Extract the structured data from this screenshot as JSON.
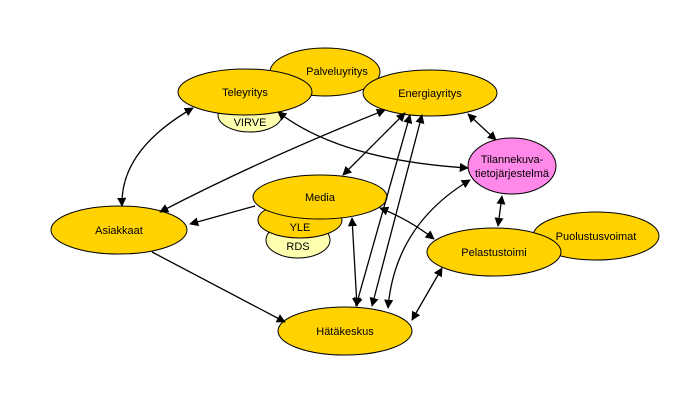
{
  "colors": {
    "node_fill": "#ffd200",
    "sub_node_fill": "#ffffb0",
    "highlight_fill": "#ff88e8",
    "stroke": "#000000"
  },
  "nodes": {
    "palveluyritys": "Palveluyritys",
    "teleyritys": "Teleyritys",
    "virve": "VIRVE",
    "energiayritys": "Energiayritys",
    "tilannekuva_line1": "Tilannekuva-",
    "tilannekuva_line2": "tietojärjestelmä",
    "media": "Media",
    "yle": "YLE",
    "rds": "RDS",
    "asiakkaat": "Asiakkaat",
    "pelastustoimi": "Pelastustoimi",
    "puolustusvoimat": "Puolustusvoimat",
    "hatakeskus": "Hätäkeskus"
  }
}
